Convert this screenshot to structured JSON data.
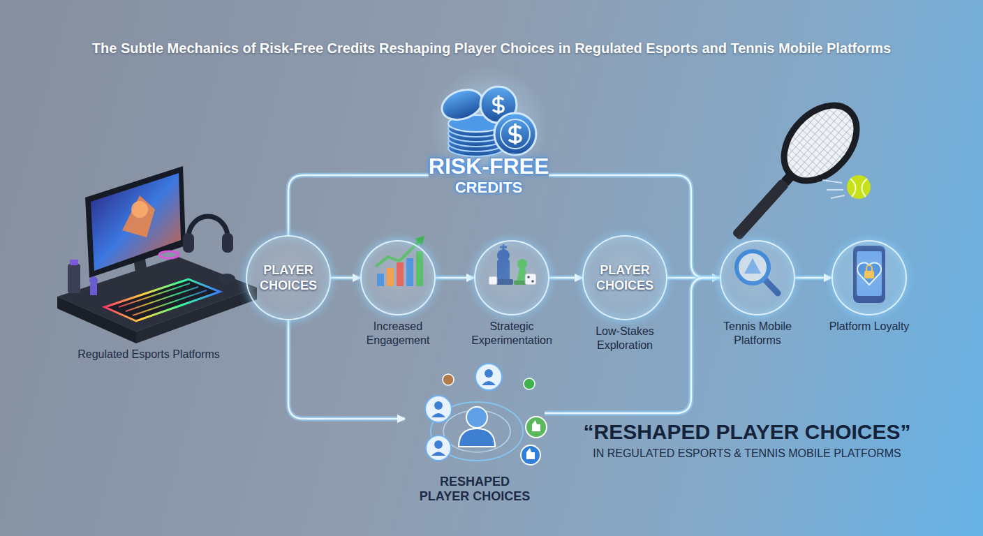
{
  "diagram": {
    "title": "The Subtle Mechanics of Risk-Free Credits Reshaping Player Choices in Regulated Esports and Tennis Mobile Platforms",
    "nodes": [
      {
        "text": [
          "RISK-FREE",
          "CREDITS"
        ]
      },
      {
        "text": [
          "PLAYER CHOICES"
        ]
      },
      {
        "text": [
          "Increased Engagement"
        ]
      },
      {
        "text": [
          "Strategic Experimentation"
        ]
      },
      {
        "text": [
          "PLAYER CHOICES",
          "Low-Stakes Exploration"
        ]
      },
      {
        "text": [
          "Tennis Mobile Platforms"
        ]
      },
      {
        "text": [
          "Platform Loyalty"
        ]
      },
      {
        "text": [
          "RESHAPED PLAYER CHOICES"
        ]
      }
    ],
    "edges": [
      {
        "from": 1,
        "to": 2,
        "arrow": "to"
      },
      {
        "from": 2,
        "to": 3,
        "arrow": "to"
      },
      {
        "from": 3,
        "to": 4,
        "arrow": "to"
      },
      {
        "from": 4,
        "to": 5,
        "arrow": "to"
      },
      {
        "from": 5,
        "to": 6,
        "arrow": "to"
      },
      {
        "from": 1,
        "to": 0,
        "arrow": "none"
      },
      {
        "from": 0,
        "to": 5,
        "arrow": "none"
      },
      {
        "from": 1,
        "to": 7,
        "arrow": "to"
      },
      {
        "from": 7,
        "to": 5,
        "arrow": "none"
      }
    ],
    "labels": [
      "Regulated Esports Platforms",
      "“RESHAPED PLAYER CHOICES”",
      "IN REGULATED ESPORTS & TENNIS MOBILE PLATFORMS"
    ]
  }
}
